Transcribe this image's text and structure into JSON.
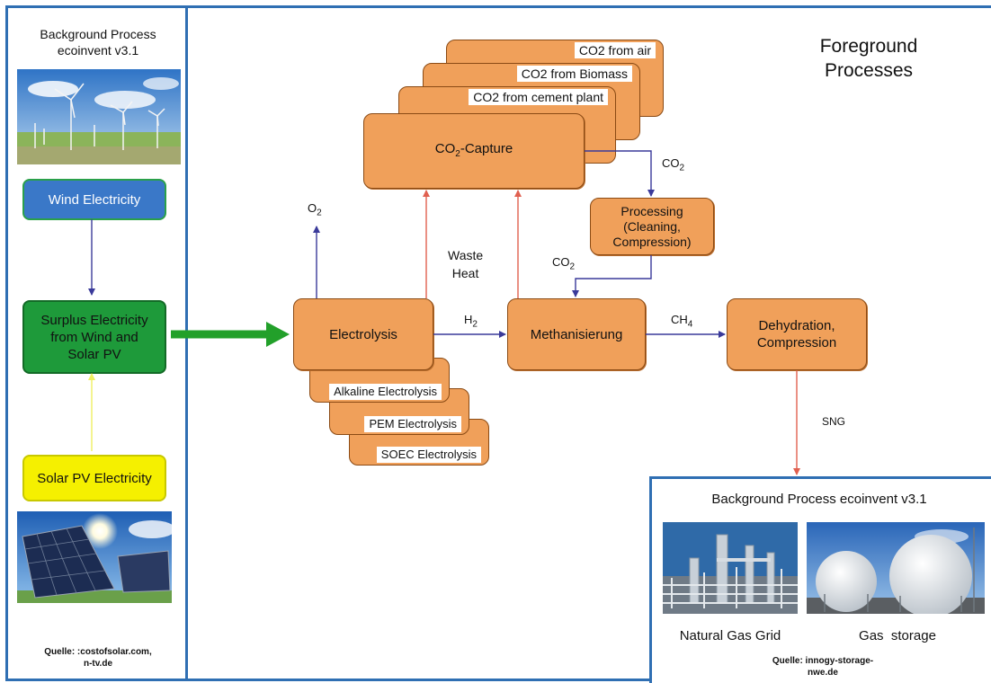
{
  "left_panel": {
    "title_line1": "Background Process",
    "title_line2": "ecoinvent v3.1",
    "wind_box": "Wind Electricity",
    "surplus_line1": "Surplus Electricity",
    "surplus_line2": "from Wind and",
    "surplus_line3": "Solar PV",
    "solar_box": "Solar PV Electricity",
    "source_line1": "Quelle: :costofsolar.com,",
    "source_line2": "n-tv.de"
  },
  "foreground": {
    "title_line1": "Foreground",
    "title_line2": "Processes"
  },
  "capture": {
    "co2_air": "CO2 from air",
    "co2_biomass": "CO2 from Biomass",
    "co2_cement": "CO2 from cement plant",
    "capture_main": "CO",
    "capture_sub": "2",
    "capture_suffix": "-Capture"
  },
  "processing": {
    "line1": "Processing",
    "line2": "(Cleaning,",
    "line3": "Compression)"
  },
  "electrolysis": {
    "main": "Electrolysis",
    "alkaline": "Alkaline Electrolysis",
    "pem": "PEM Electrolysis",
    "soec": "SOEC Electrolysis"
  },
  "methanisierung": "Methanisierung",
  "dehydration": {
    "line1": "Dehydration,",
    "line2": "Compression"
  },
  "flows": {
    "o2_main": "O",
    "o2_sub": "2",
    "co2_a_main": "CO",
    "co2_a_sub": "2",
    "co2_b_main": "CO",
    "co2_b_sub": "2",
    "h2_main": "H",
    "h2_sub": "2",
    "ch4_main": "CH",
    "ch4_sub": "4",
    "waste_line1": "Waste",
    "waste_line2": "Heat",
    "sng": "SNG"
  },
  "bottom_panel": {
    "title": "Background Process ecoinvent v3.1",
    "gas_grid": "Natural Gas Grid",
    "gas_storage": "Gas  storage",
    "source_line1": "Quelle: innogy-storage-",
    "source_line2": "nwe.de"
  },
  "colors": {
    "panel_border": "#2f6fb3",
    "process_fill": "#f0a05a",
    "wind_fill": "#3a78c8",
    "surplus_fill": "#1e9a3a",
    "solar_fill": "#f5f000",
    "arrow_blue": "#3a3a9a",
    "arrow_red": "#e06050",
    "arrow_green": "#22a02a",
    "arrow_yellow": "#f0f060"
  }
}
